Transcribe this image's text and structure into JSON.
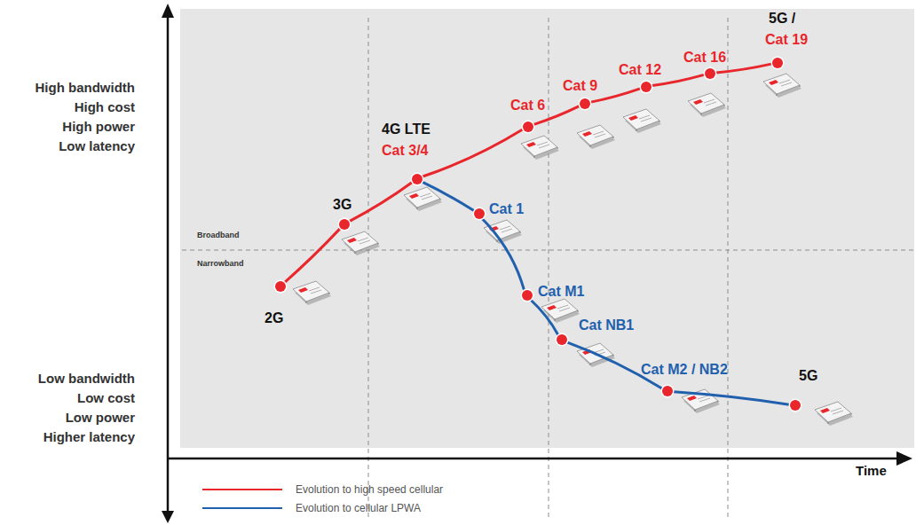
{
  "diagram": {
    "nodes": [
      {
        "text": [
          "2G"
        ]
      },
      {
        "text": [
          "3G"
        ]
      },
      {
        "text": [
          "4G LTE",
          "Cat 3/4"
        ]
      },
      {
        "text": [
          "Cat 1"
        ]
      },
      {
        "text": [
          "Cat 6"
        ]
      },
      {
        "text": [
          "Cat 9"
        ]
      },
      {
        "text": [
          "Cat 12"
        ]
      },
      {
        "text": [
          "Cat 16"
        ]
      },
      {
        "text": [
          "5G /",
          "Cat 19"
        ]
      },
      {
        "text": [
          "Cat M1"
        ]
      },
      {
        "text": [
          "Cat NB1"
        ]
      },
      {
        "text": [
          "Cat M2 / NB2"
        ]
      },
      {
        "text": [
          "5G"
        ]
      }
    ],
    "edges": [
      {
        "from": 0,
        "to": 1,
        "arrow": "none"
      },
      {
        "from": 1,
        "to": 2,
        "arrow": "none"
      },
      {
        "from": 2,
        "to": 4,
        "arrow": "none"
      },
      {
        "from": 4,
        "to": 5,
        "arrow": "none"
      },
      {
        "from": 5,
        "to": 6,
        "arrow": "none"
      },
      {
        "from": 6,
        "to": 7,
        "arrow": "none"
      },
      {
        "from": 7,
        "to": 8,
        "arrow": "none"
      },
      {
        "from": 2,
        "to": 3,
        "arrow": "none"
      },
      {
        "from": 3,
        "to": 9,
        "arrow": "none"
      },
      {
        "from": 9,
        "to": 10,
        "arrow": "none"
      },
      {
        "from": 10,
        "to": 11,
        "arrow": "none"
      },
      {
        "from": 11,
        "to": 12,
        "arrow": "none"
      }
    ],
    "labels": [
      "High bandwidth",
      "High cost",
      "High power",
      "Low latency",
      "Low bandwidth",
      "Low cost",
      "Low power",
      "Higher latency",
      "Broadband",
      "Narrowband",
      "Time"
    ],
    "legend": [
      {
        "text": "Evolution to high speed cellular"
      },
      {
        "text": "Evolution to cellular LPWA"
      }
    ]
  }
}
